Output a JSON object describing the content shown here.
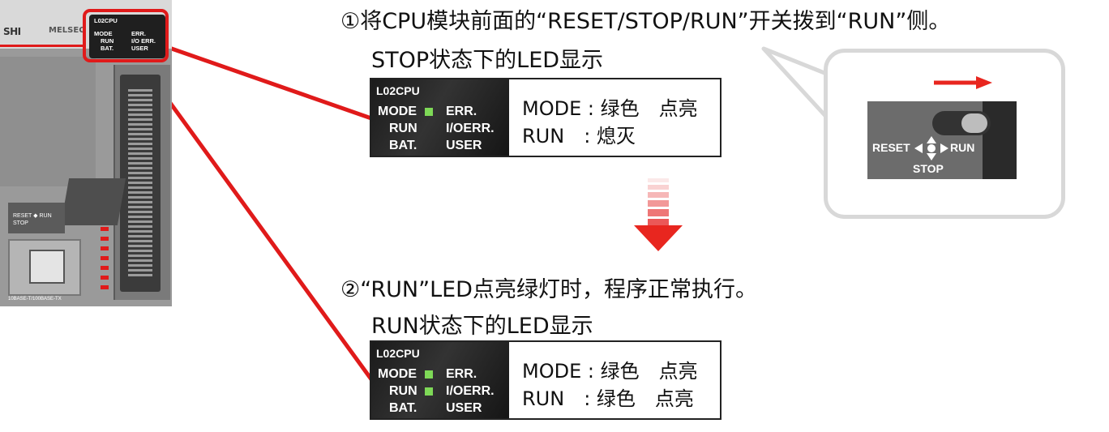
{
  "plc": {
    "brand": "SHI",
    "model": "MELSEC",
    "led_panel": {
      "model": "L02CPU",
      "mode": "MODE",
      "err": "ERR.",
      "run": "RUN",
      "ioerr": "I/O ERR.",
      "bat": "BAT.",
      "user": "USER"
    },
    "switch_label": "RESET ◆ RUN\nSTOP",
    "ethernet_label": "10BASE-T/100BASE-TX"
  },
  "step1": {
    "text": "①将CPU模块前面的“RESET/STOP/RUN”开关拨到“RUN”侧。",
    "subtitle": "STOP状态下的LED显示"
  },
  "step2": {
    "text": "②“RUN”LED点亮绿灯时，程序正常执行。",
    "subtitle": "RUN状态下的LED显示"
  },
  "led_box_stop": {
    "model": "L02CPU",
    "mode": "MODE",
    "err": "ERR.",
    "run": "RUN",
    "ioerr": "I/OERR.",
    "bat": "BAT.",
    "user": "USER",
    "line1": "MODE : 绿色　点亮",
    "line2": "RUN　: 熄灭"
  },
  "led_box_run": {
    "model": "L02CPU",
    "mode": "MODE",
    "err": "ERR.",
    "run": "RUN",
    "ioerr": "I/OERR.",
    "bat": "BAT.",
    "user": "USER",
    "line1": "MODE : 绿色　点亮",
    "line2": "RUN　: 绿色　点亮"
  },
  "callout": {
    "reset": "RESET",
    "run": "RUN",
    "stop": "STOP"
  },
  "colors": {
    "highlight_red": "#e01a1a",
    "led_green": "#7ed957",
    "arrow_red": "#e8261f"
  }
}
